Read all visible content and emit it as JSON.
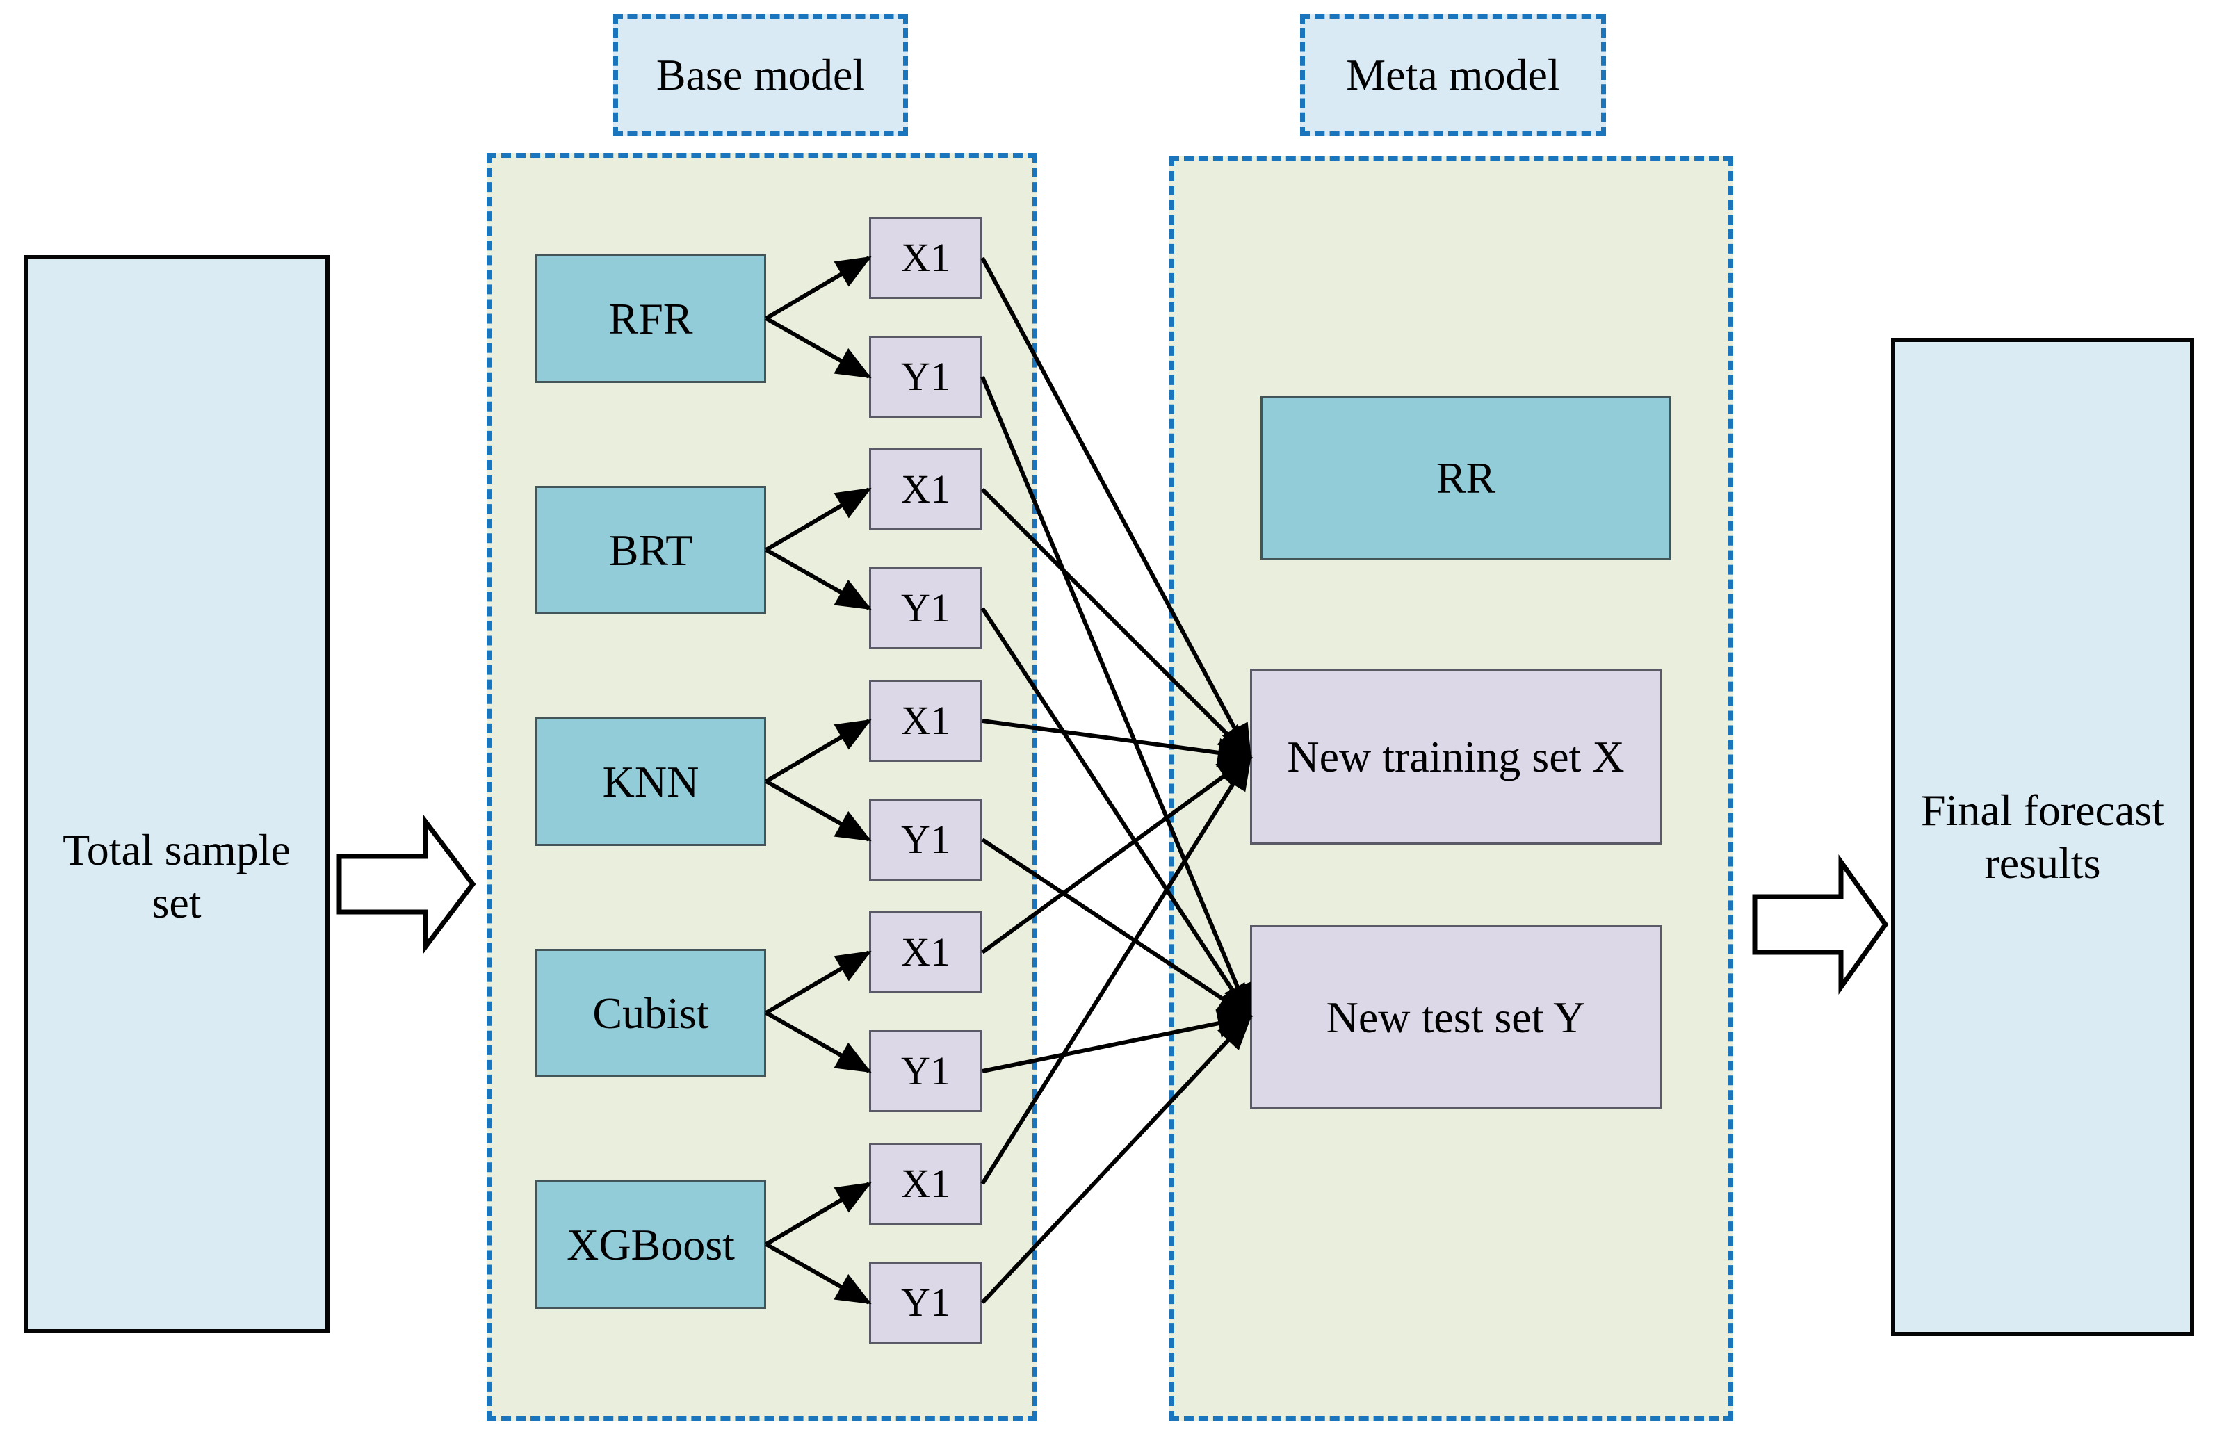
{
  "flow": {
    "total_sample_set": {
      "line1": "Total sample",
      "line2": "set"
    },
    "base_model_section": {
      "label": "Base model",
      "models": [
        {
          "name": "RFR",
          "x": "X1",
          "y": "Y1"
        },
        {
          "name": "BRT",
          "x": "X1",
          "y": "Y1"
        },
        {
          "name": "KNN",
          "x": "X1",
          "y": "Y1"
        },
        {
          "name": "Cubist",
          "x": "X1",
          "y": "Y1"
        },
        {
          "name": "XGBoost",
          "x": "X1",
          "y": "Y1"
        }
      ]
    },
    "meta_model_section": {
      "label": "Meta model",
      "meta_model": "RR",
      "new_training_set": "New training set X",
      "new_test_set": "New test set Y"
    },
    "final_results": {
      "line1": "Final forecast",
      "line2": "results"
    },
    "colors": {
      "dashed_border": "#1b75bc",
      "section_fill": "#e9efdc",
      "label_fill": "#d9eaf5",
      "model_fill": "#92ccd9",
      "data_fill": "#ddd8e8",
      "io_fill": "#daebf4",
      "arrow": "#000000"
    }
  }
}
